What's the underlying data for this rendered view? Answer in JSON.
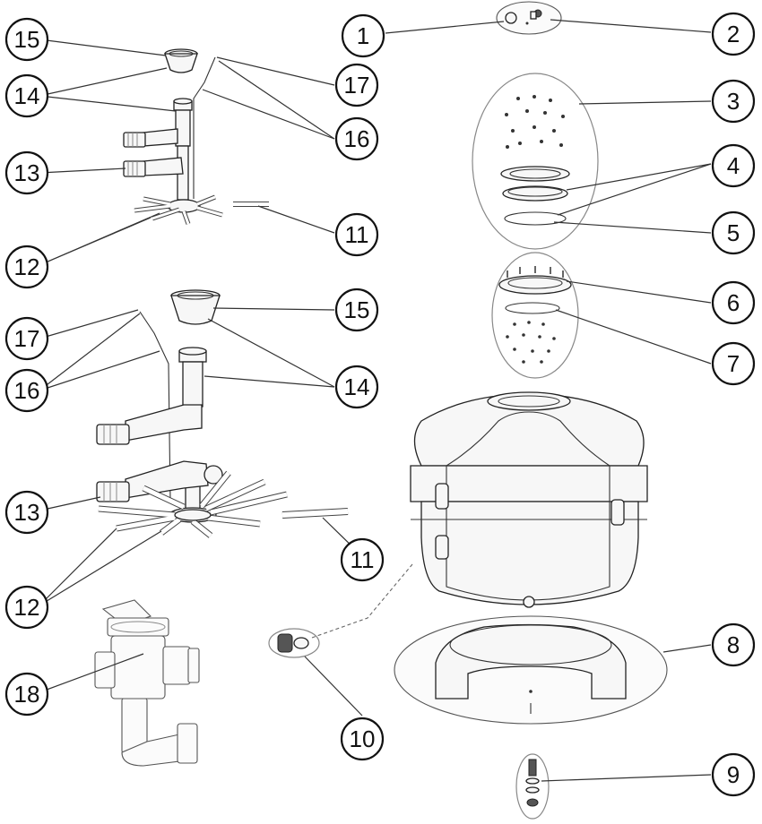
{
  "callouts": [
    {
      "key": "c1",
      "label": "1"
    },
    {
      "key": "c2",
      "label": "2"
    },
    {
      "key": "c3",
      "label": "3"
    },
    {
      "key": "c4",
      "label": "4"
    },
    {
      "key": "c5",
      "label": "5"
    },
    {
      "key": "c6",
      "label": "6"
    },
    {
      "key": "c7",
      "label": "7"
    },
    {
      "key": "c8",
      "label": "8"
    },
    {
      "key": "c9",
      "label": "9"
    },
    {
      "key": "c10",
      "label": "10"
    },
    {
      "key": "c11a",
      "label": "11"
    },
    {
      "key": "c11b",
      "label": "11"
    },
    {
      "key": "c12a",
      "label": "12"
    },
    {
      "key": "c12b",
      "label": "12"
    },
    {
      "key": "c13a",
      "label": "13"
    },
    {
      "key": "c13b",
      "label": "13"
    },
    {
      "key": "c14a",
      "label": "14"
    },
    {
      "key": "c14b",
      "label": "14"
    },
    {
      "key": "c15a",
      "label": "15"
    },
    {
      "key": "c15b",
      "label": "15"
    },
    {
      "key": "c16a",
      "label": "16"
    },
    {
      "key": "c16b",
      "label": "16"
    },
    {
      "key": "c17a",
      "label": "17"
    },
    {
      "key": "c17b",
      "label": "17"
    },
    {
      "key": "c18",
      "label": "18"
    }
  ]
}
